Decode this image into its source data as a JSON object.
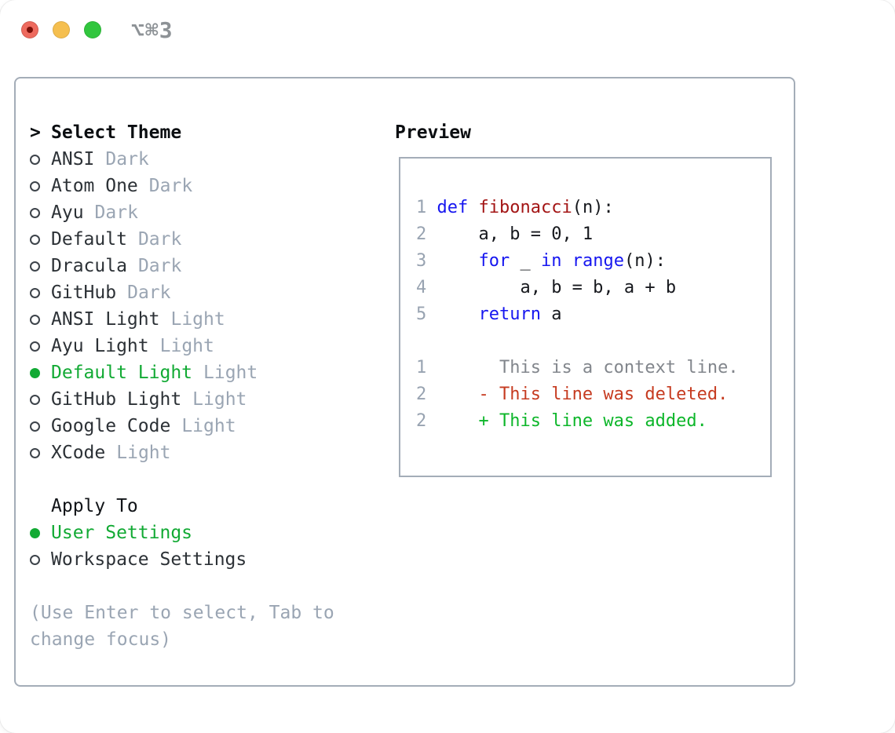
{
  "window": {
    "title": "⌥⌘3",
    "traffic_lights": [
      {
        "name": "close",
        "color": "#ee6a5e"
      },
      {
        "name": "minimize",
        "color": "#f5bf4f"
      },
      {
        "name": "zoom",
        "color": "#31c63e"
      }
    ]
  },
  "theme_picker": {
    "header_prefix": ">",
    "header_label": "Select Theme",
    "themes": [
      {
        "name": "ANSI",
        "variant": "Dark",
        "selected": false
      },
      {
        "name": "Atom One",
        "variant": "Dark",
        "selected": false
      },
      {
        "name": "Ayu",
        "variant": "Dark",
        "selected": false
      },
      {
        "name": "Default",
        "variant": "Dark",
        "selected": false
      },
      {
        "name": "Dracula",
        "variant": "Dark",
        "selected": false
      },
      {
        "name": "GitHub",
        "variant": "Dark",
        "selected": false
      },
      {
        "name": "ANSI Light",
        "variant": "Light",
        "selected": false
      },
      {
        "name": "Ayu Light",
        "variant": "Light",
        "selected": false
      },
      {
        "name": "Default Light",
        "variant": "Light",
        "selected": true
      },
      {
        "name": "GitHub Light",
        "variant": "Light",
        "selected": false
      },
      {
        "name": "Google Code",
        "variant": "Light",
        "selected": false
      },
      {
        "name": "XCode",
        "variant": "Light",
        "selected": false
      }
    ],
    "apply_to_label": "Apply To",
    "apply_options": [
      {
        "label": "User Settings",
        "selected": true
      },
      {
        "label": "Workspace Settings",
        "selected": false
      }
    ],
    "hint": "(Use Enter to select, Tab to change focus)"
  },
  "preview": {
    "label": "Preview",
    "lines": [
      {
        "num": "1",
        "tokens": [
          {
            "t": "def",
            "c": "kw"
          },
          {
            "t": " ",
            "c": "pl"
          },
          {
            "t": "fibonacci",
            "c": "fn"
          },
          {
            "t": "(n):",
            "c": "pl"
          }
        ]
      },
      {
        "num": "2",
        "tokens": [
          {
            "t": "    a, b = 0, 1",
            "c": "pl"
          }
        ]
      },
      {
        "num": "3",
        "tokens": [
          {
            "t": "    ",
            "c": "pl"
          },
          {
            "t": "for",
            "c": "kw"
          },
          {
            "t": " _ ",
            "c": "pl"
          },
          {
            "t": "in",
            "c": "kw"
          },
          {
            "t": " ",
            "c": "pl"
          },
          {
            "t": "range",
            "c": "kw"
          },
          {
            "t": "(n):",
            "c": "pl"
          }
        ]
      },
      {
        "num": "4",
        "tokens": [
          {
            "t": "        a, b = b, a + b",
            "c": "pl"
          }
        ]
      },
      {
        "num": "5",
        "tokens": [
          {
            "t": "    ",
            "c": "pl"
          },
          {
            "t": "return",
            "c": "kw"
          },
          {
            "t": " a",
            "c": "pl"
          }
        ]
      },
      {
        "num": "",
        "tokens": []
      },
      {
        "num": "1",
        "tokens": [
          {
            "t": "      This is a context line.",
            "c": "ctx"
          }
        ]
      },
      {
        "num": "2",
        "tokens": [
          {
            "t": "    - This line was deleted.",
            "c": "del"
          }
        ]
      },
      {
        "num": "2",
        "tokens": [
          {
            "t": "    + This line was added.",
            "c": "add"
          }
        ]
      }
    ]
  },
  "colors": {
    "selection_green": "#12aa34",
    "added_green": "#0db62a",
    "deleted_red": "#c63b20",
    "keyword_blue": "#1616f0",
    "function_name_red": "#a31515",
    "context_gray": "#82868c",
    "muted_gray": "#9aa5b3",
    "line_number_gray": "#98a3b1",
    "border_gray": "#a4adb8"
  }
}
